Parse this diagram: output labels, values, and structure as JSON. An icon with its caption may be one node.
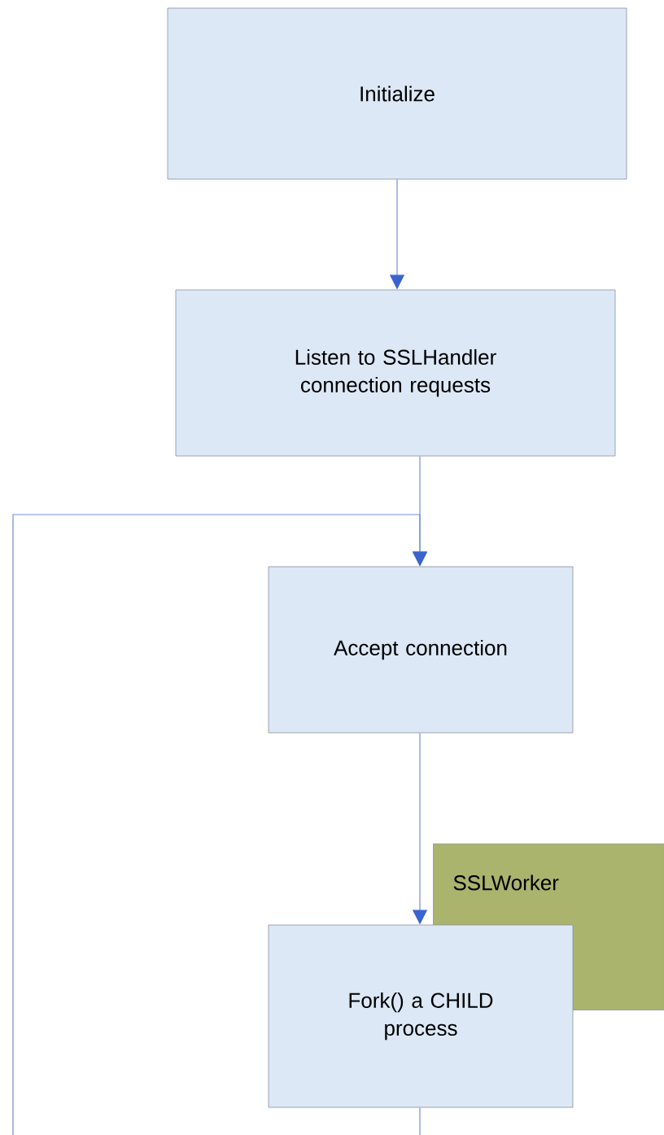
{
  "diagram": {
    "nodes": [
      {
        "text": [
          "Initialize"
        ]
      },
      {
        "text": [
          "Listen to SSLHandler connection requests"
        ]
      },
      {
        "text": [
          "Accept connection"
        ]
      },
      {
        "text": [
          "SSLWorker"
        ]
      },
      {
        "text": [
          "Fork() a CHILD process"
        ]
      }
    ],
    "edges": [
      {
        "from": 0,
        "to": 1,
        "arrow": "to"
      },
      {
        "from": 1,
        "to": 2,
        "arrow": "to"
      },
      {
        "from": 2,
        "to": 4,
        "arrow": "to"
      },
      {
        "from": null,
        "to": 2,
        "arrow": "to"
      },
      {
        "from": 4,
        "to": null,
        "arrow": "none"
      }
    ]
  }
}
